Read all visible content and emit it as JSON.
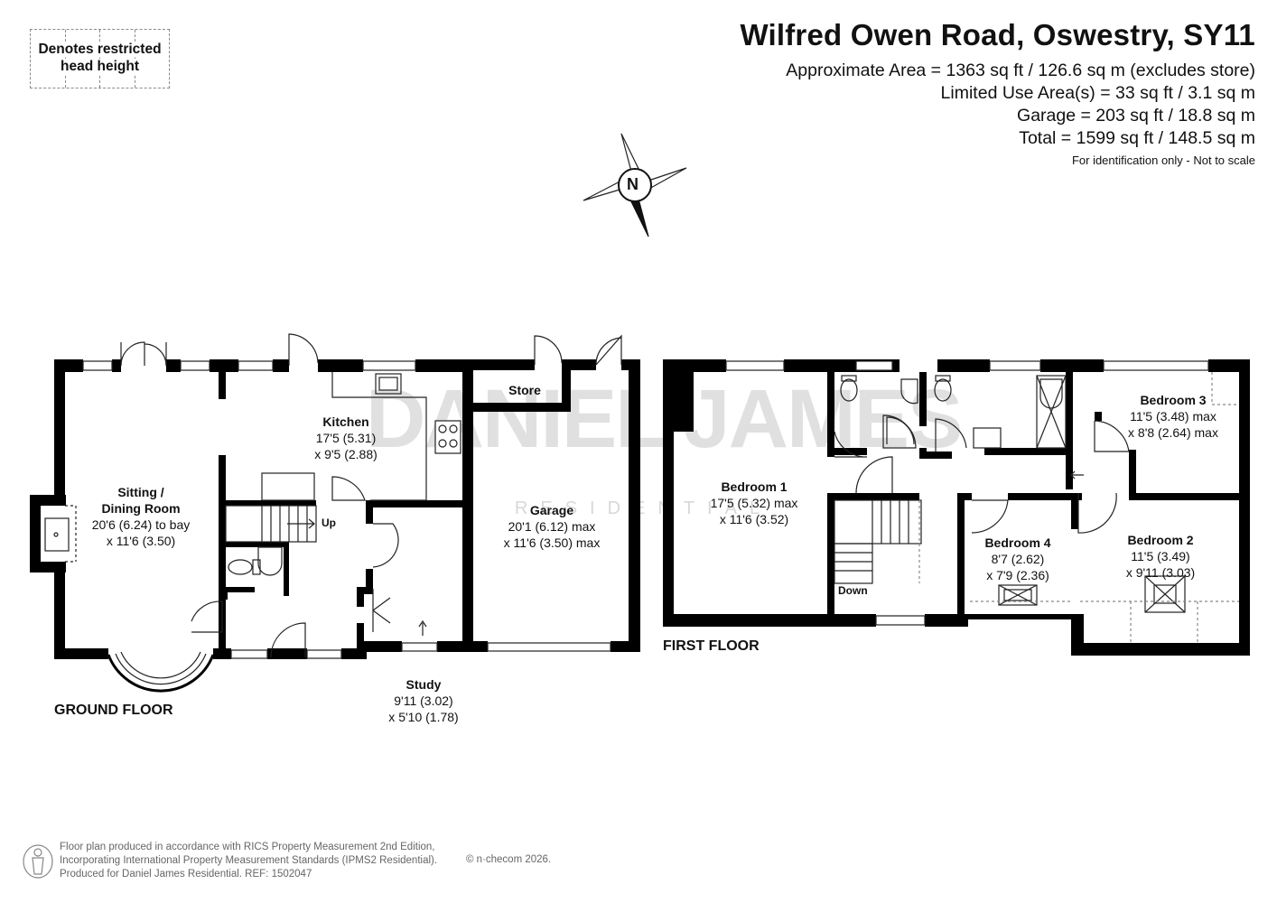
{
  "header": {
    "title": "Wilfred Owen Road, Oswestry, SY11",
    "area_lines": [
      "Approximate Area = 1363 sq ft / 126.6 sq m (excludes store)",
      "Limited Use Area(s) = 33 sq ft / 3.1 sq m",
      "Garage = 203 sq ft / 18.8 sq m",
      "Total = 1599 sq ft / 148.5 sq m"
    ],
    "note": "For identification only - Not to scale"
  },
  "legend": {
    "line1": "Denotes restricted",
    "line2": "head height"
  },
  "compass": {
    "label": "N"
  },
  "watermark": {
    "brand": "DANIEL JAMES",
    "sub": "RESIDENTIAL"
  },
  "ground_floor": {
    "label": "GROUND FLOOR",
    "rooms": {
      "kitchen": {
        "name": "Kitchen",
        "dim1": "17'5 (5.31)",
        "dim2": "x 9'5 (2.88)"
      },
      "sitting": {
        "name1": "Sitting /",
        "name2": "Dining Room",
        "dim1": "20'6 (6.24) to bay",
        "dim2": "x 11'6 (3.50)"
      },
      "garage": {
        "name": "Garage",
        "dim1": "20'1 (6.12) max",
        "dim2": "x 11'6 (3.50) max"
      },
      "store": {
        "name": "Store"
      },
      "study": {
        "name": "Study",
        "dim1": "9'11 (3.02)",
        "dim2": "x 5'10 (1.78)"
      }
    },
    "stairs_label": "Up"
  },
  "first_floor": {
    "label": "FIRST FLOOR",
    "rooms": {
      "bedroom1": {
        "name": "Bedroom 1",
        "dim1": "17'5 (5.32) max",
        "dim2": "x 11'6 (3.52)"
      },
      "bedroom2": {
        "name": "Bedroom 2",
        "dim1": "11'5 (3.49)",
        "dim2": "x 9'11 (3.03)"
      },
      "bedroom3": {
        "name": "Bedroom 3",
        "dim1": "11'5 (3.48) max",
        "dim2": "x 8'8 (2.64) max"
      },
      "bedroom4": {
        "name": "Bedroom 4",
        "dim1": "8'7 (2.62)",
        "dim2": "x 7'9 (2.36)"
      }
    },
    "stairs_label": "Down"
  },
  "footer": {
    "line1": "Floor plan produced in accordance with RICS Property Measurement 2nd Edition,",
    "line2": "Incorporating International Property Measurement Standards (IPMS2 Residential).",
    "line3": "Produced for Daniel James Residential.   REF:  1502047",
    "copyright": "© n·checom 2026."
  },
  "colors": {
    "wall": "#000000",
    "watermark": "#d6d6d6",
    "footer_text": "#666666"
  }
}
